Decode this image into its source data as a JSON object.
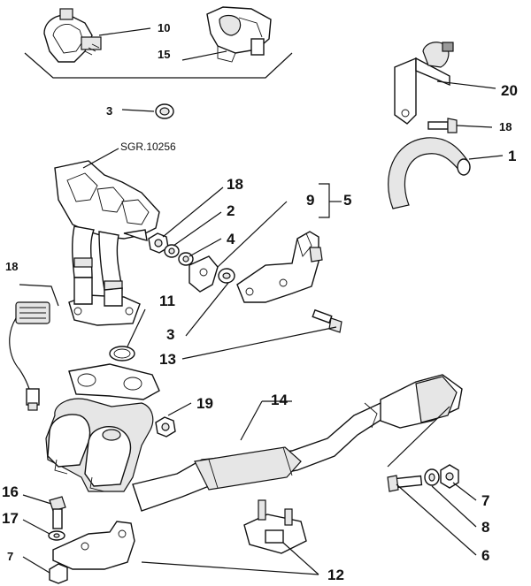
{
  "diagram": {
    "reference": "SGR.10256",
    "labels": {
      "l10": "10",
      "l15": "15",
      "l3a": "3",
      "l20": "20",
      "l18a": "18",
      "l1": "1",
      "l18b": "18",
      "l2": "2",
      "l4": "4",
      "l9": "9",
      "l5": "5",
      "l18c": "18",
      "l11": "11",
      "l3b": "3",
      "l13": "13",
      "l19": "19",
      "l14": "14",
      "l16": "16",
      "l17": "17",
      "l7a": "7",
      "l12": "12",
      "l7b": "7",
      "l8": "8",
      "l6": "6"
    }
  }
}
